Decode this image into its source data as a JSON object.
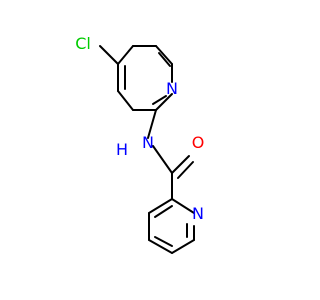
{
  "molecule": {
    "atoms": {
      "chlorine": {
        "label": "Cl",
        "color": "#00cc00"
      },
      "n_upper_ring": {
        "label": "N",
        "color": "#0000ff"
      },
      "nh_amide": {
        "label": "H",
        "color": "#0000ff"
      },
      "n_amide": {
        "label": "N",
        "color": "#0000ff"
      },
      "o_carbonyl": {
        "label": "O",
        "color": "#ff0000"
      },
      "n_lower_ring": {
        "label": "N",
        "color": "#0000ff"
      }
    }
  }
}
